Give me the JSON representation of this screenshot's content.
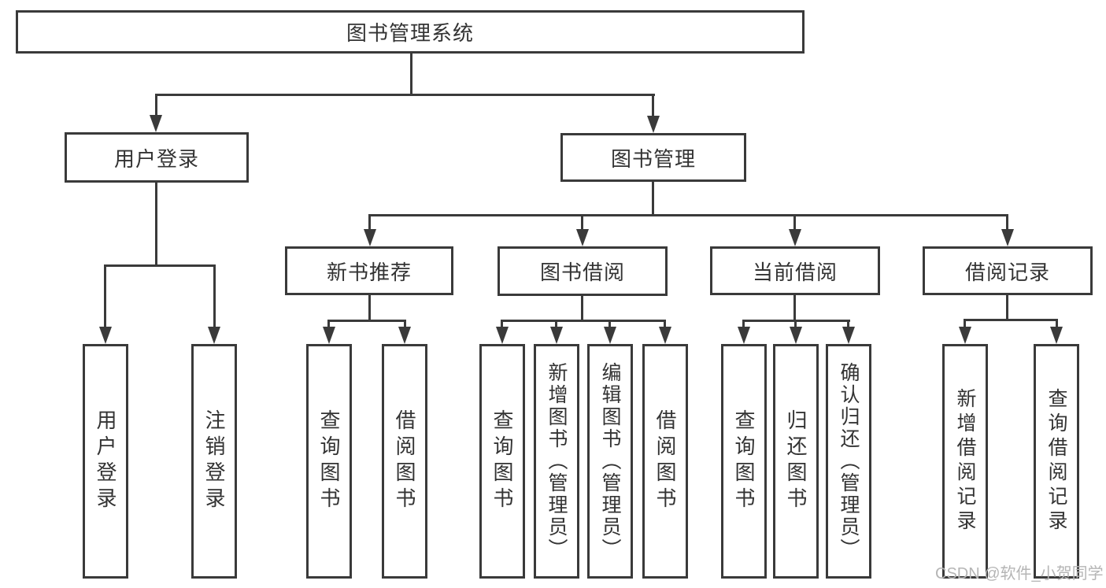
{
  "diagram": {
    "title": "图书管理系统",
    "root": "图书管理系统",
    "level2": [
      "用户登录",
      "图书管理"
    ],
    "level3": [
      "新书推荐",
      "图书借阅",
      "当前借阅",
      "借阅记录"
    ],
    "leaves": {
      "user_login": [
        "用户登录",
        "注销登录"
      ],
      "new_book_recommend": [
        "查询图书",
        "借阅图书"
      ],
      "book_borrowing": [
        "查询图书",
        "新增图书（管理员）",
        "编辑图书（管理员）",
        "借阅图书"
      ],
      "current_borrowing": [
        "查询图书",
        "归还图书",
        "确认归还（管理员）"
      ],
      "borrowing_records": [
        "新增借阅记录",
        "查询借阅记录"
      ]
    },
    "watermark": "CSDN @软件_小贺同学",
    "colors": {
      "line": "#3a3a3a",
      "text": "#333333",
      "watermark": "#b5b5b5",
      "background": "#ffffff"
    }
  }
}
